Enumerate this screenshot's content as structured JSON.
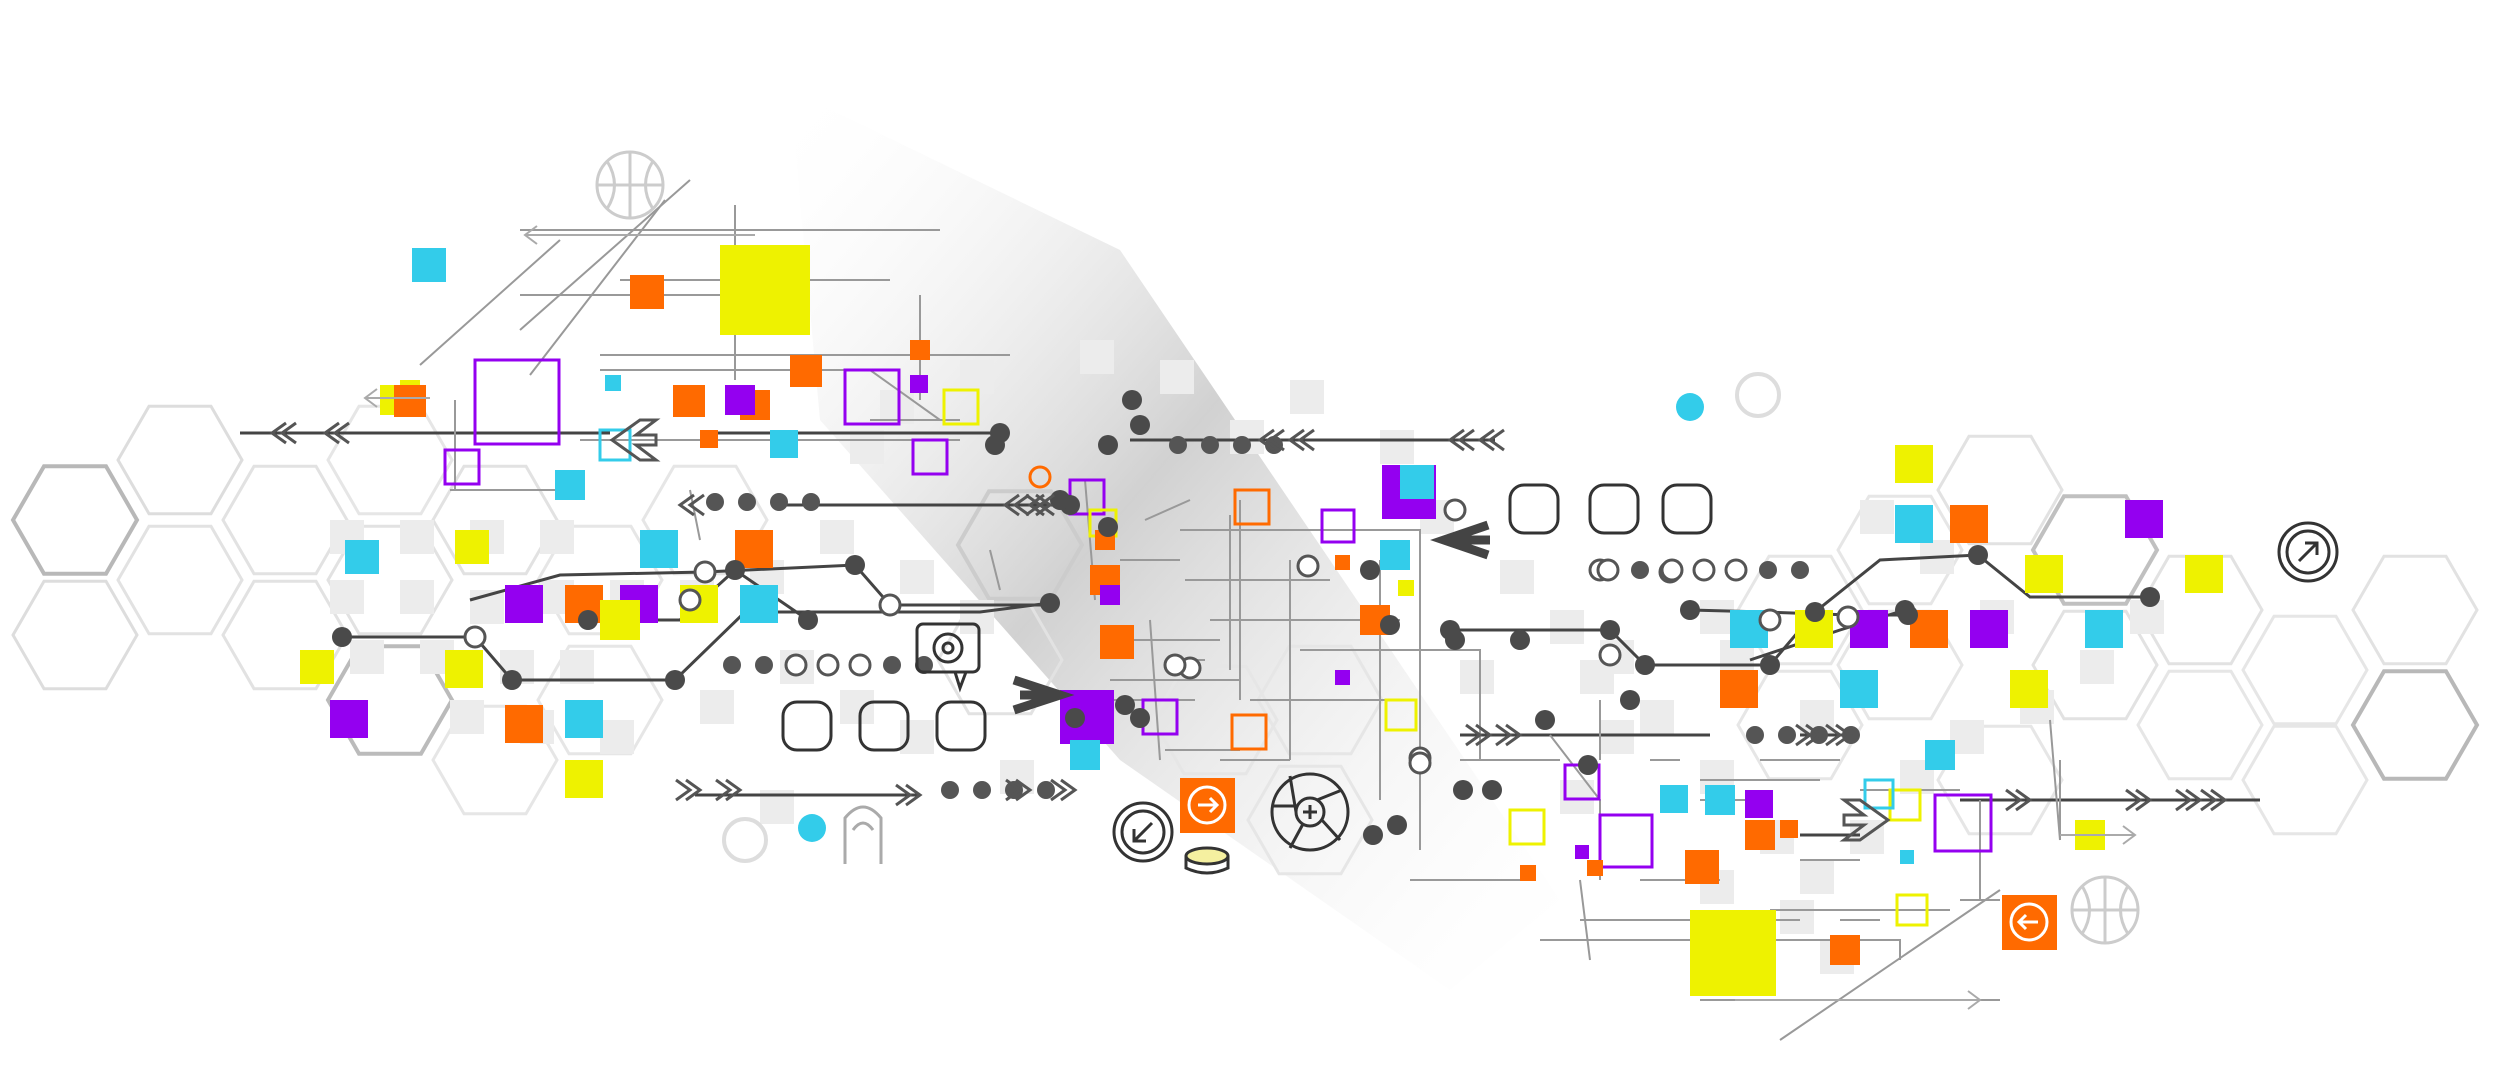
{
  "scene": {
    "background": "#ffffff",
    "palette": {
      "purple": "#9400f0",
      "orange": "#ff6a00",
      "cyan": "#33ccea",
      "yellow": "#eef200",
      "dark": "#555555",
      "line": "#777777",
      "light_line": "#d6d6d6",
      "shade": "#e8e8e8"
    },
    "shapes": [
      "hexagon-grid",
      "circuit-traces",
      "colored-squares",
      "arrow-chevrons",
      "node-dots"
    ],
    "icons": [
      "basketball-icon",
      "camera-aperture-icon",
      "gear-chat-icon",
      "double-arrow-badge-icon",
      "loop-arrows-icon",
      "battery-icon"
    ]
  }
}
